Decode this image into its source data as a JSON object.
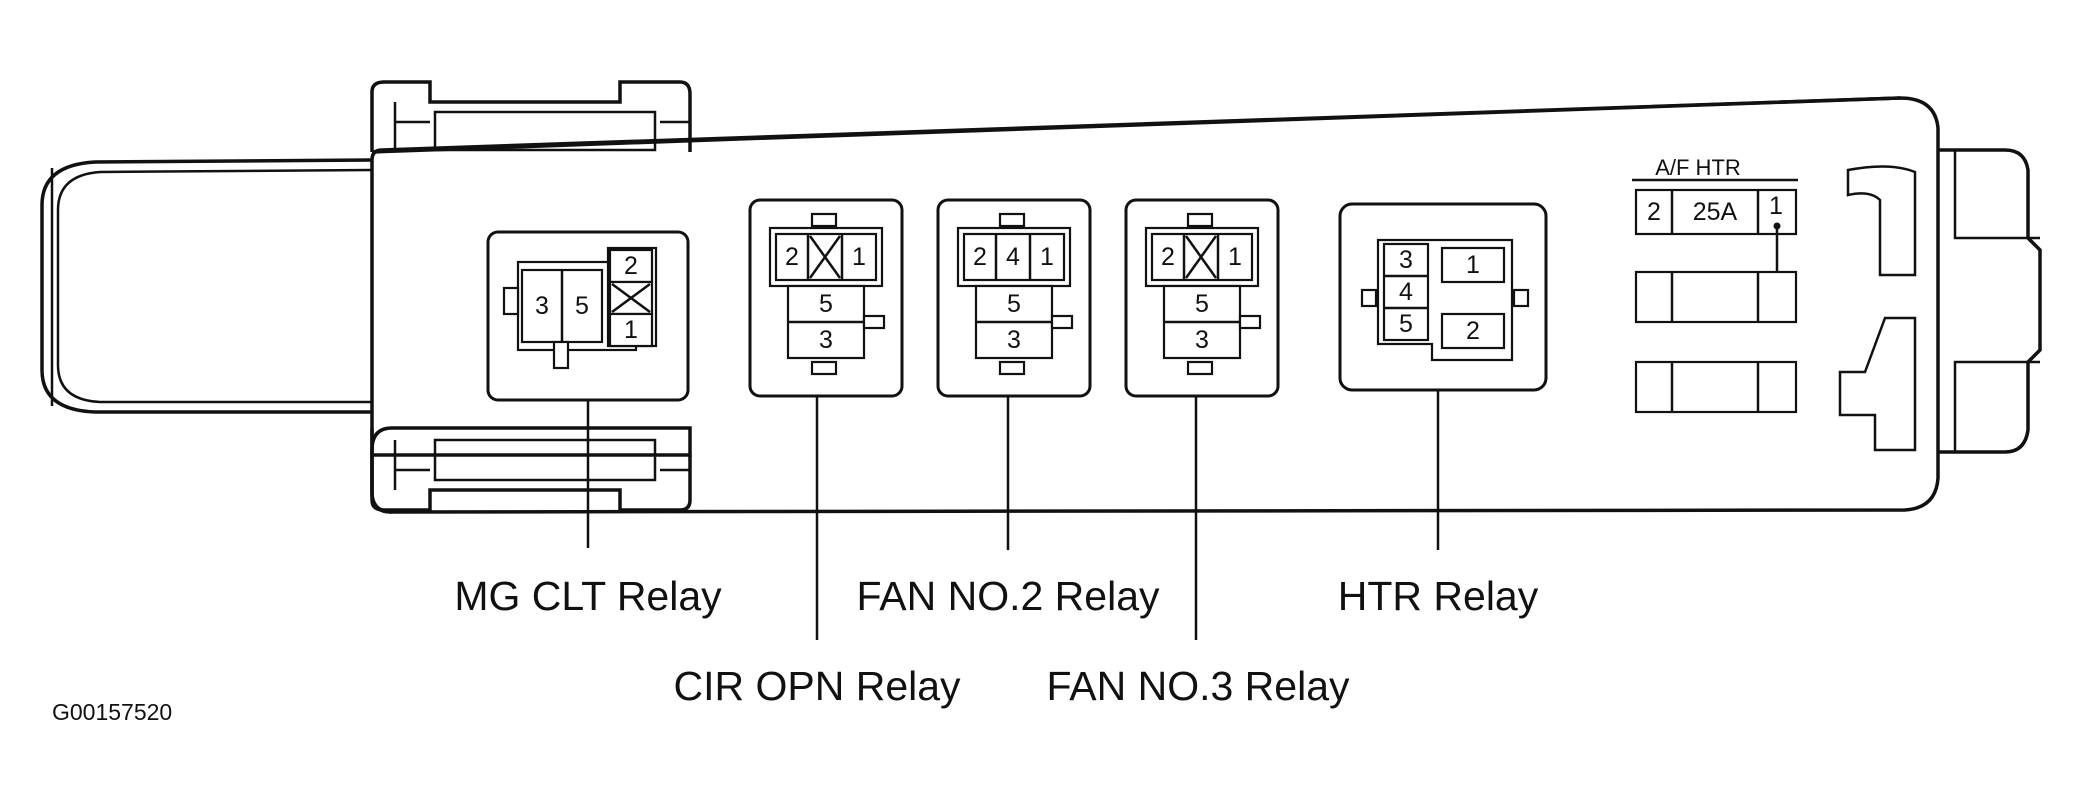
{
  "relays": {
    "mg_clt": {
      "label": "MG CLT Relay",
      "pins": [
        "3",
        "5",
        "2",
        "1"
      ]
    },
    "cir_opn": {
      "label": "CIR OPN Relay",
      "pins": [
        "2",
        "1",
        "5",
        "3"
      ]
    },
    "fan_no2": {
      "label": "FAN NO.2 Relay",
      "pins": [
        "2",
        "4",
        "1",
        "5",
        "3"
      ]
    },
    "fan_no3": {
      "label": "FAN NO.3 Relay",
      "pins": [
        "2",
        "1",
        "5",
        "3"
      ]
    },
    "htr": {
      "label": "HTR Relay",
      "pins": [
        "3",
        "4",
        "5",
        "1",
        "2"
      ]
    }
  },
  "fuse": {
    "title": "A/F HTR",
    "left_terminal": "2",
    "rating": "25A",
    "right_terminal": "1"
  },
  "figure_code": "G00157520"
}
